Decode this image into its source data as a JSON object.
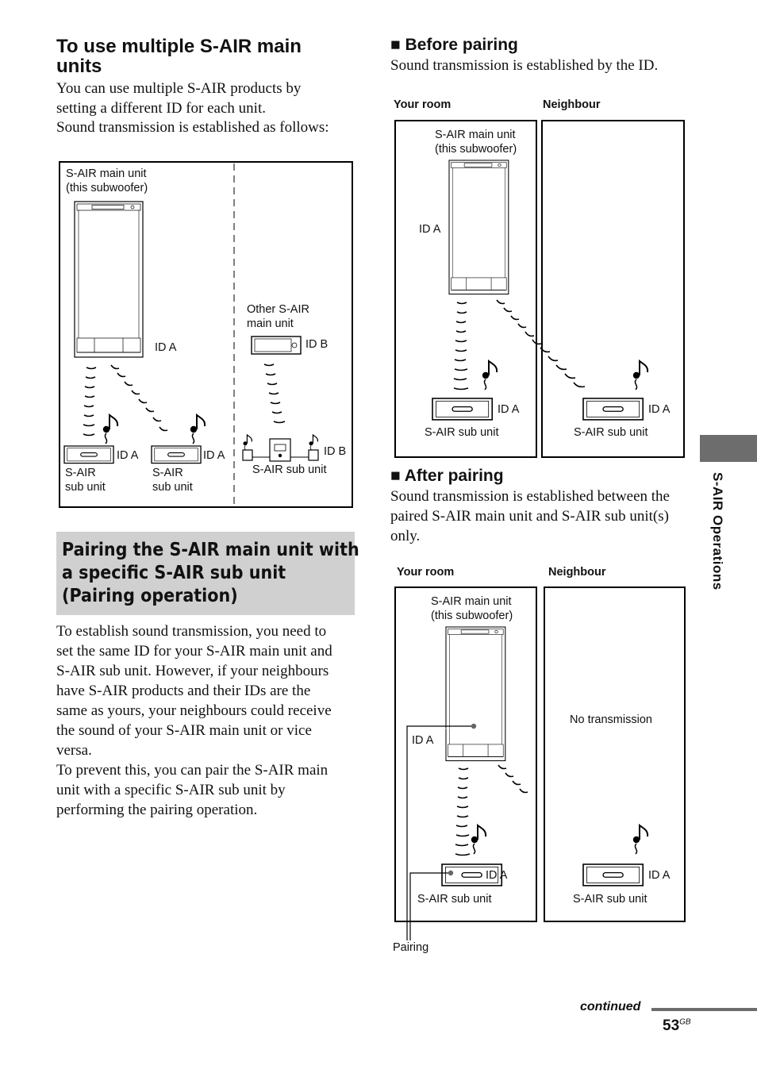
{
  "left": {
    "heading": [
      "To use multiple S-AIR main",
      "units"
    ],
    "intro": [
      "You can use multiple S-AIR products by",
      "setting a different ID for each unit.",
      "Sound transmission is established as follows:"
    ],
    "figure1": {
      "main_unit": [
        "S-AIR main unit",
        "(this subwoofer)"
      ],
      "main_id": "ID A",
      "other_main": [
        "Other S-AIR",
        "main unit"
      ],
      "other_id": "ID B",
      "sub1_id": "ID A",
      "sub2_id": "ID A",
      "sub3_id": "ID B",
      "sub1_label": [
        "S-AIR",
        "sub unit"
      ],
      "sub2_label": [
        "S-AIR",
        "sub unit"
      ],
      "sub3_label": "S-AIR sub unit"
    },
    "banner": [
      "Pairing the S-AIR main unit with",
      "a specific S-AIR sub unit",
      "(Pairing operation)"
    ],
    "para": [
      "To establish sound transmission, you need to",
      "set the same ID for your S-AIR main unit and",
      "S-AIR sub unit. However, if your neighbours",
      "have S-AIR products and their IDs are the",
      "same as yours, your neighbours could receive",
      "the sound of your S-AIR main unit or vice",
      "versa.",
      "To prevent this, you can pair the S-AIR main",
      "unit with a specific S-AIR sub unit by",
      "performing the pairing operation."
    ]
  },
  "right": {
    "before": {
      "heading": "Before pairing",
      "bullet": "■",
      "desc": "Sound transmission is established by the ID.",
      "your_room": "Your room",
      "neighbour": "Neighbour",
      "main_unit": [
        "S-AIR main unit",
        "(this subwoofer)"
      ],
      "main_id": "ID A",
      "sub_id_left": "ID A",
      "sub_id_right": "ID A",
      "sub_label_left": "S-AIR sub unit",
      "sub_label_right": "S-AIR sub unit"
    },
    "after": {
      "heading": "After pairing",
      "bullet": "■",
      "desc": [
        "Sound transmission is established between the",
        "paired S-AIR main unit and S-AIR sub unit(s)",
        "only."
      ],
      "your_room": "Your room",
      "neighbour": "Neighbour",
      "main_unit": [
        "S-AIR main unit",
        "(this subwoofer)"
      ],
      "main_id": "ID A",
      "no_transmission": "No transmission",
      "sub_id_left": "ID A",
      "sub_id_right": "ID A",
      "sub_label_left": "S-AIR sub unit",
      "sub_label_right": "S-AIR sub unit",
      "pairing": "Pairing"
    }
  },
  "side_tab": "S-AIR Operations",
  "footer": {
    "continued": "continued",
    "page": "53",
    "page_suffix": "GB"
  }
}
